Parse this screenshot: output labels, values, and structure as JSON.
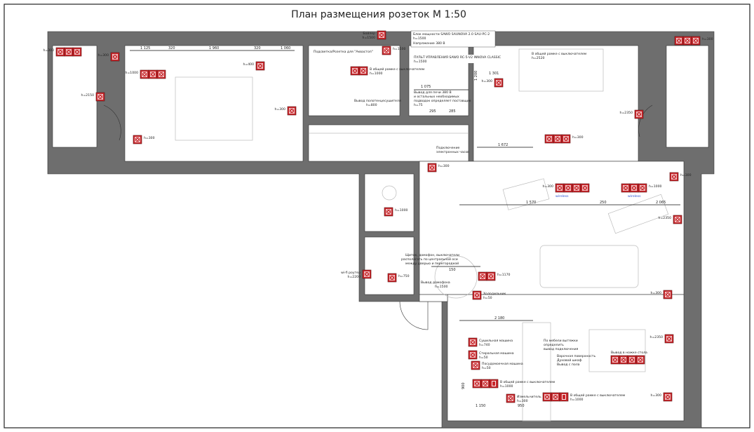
{
  "title": "План размещения розеток М 1:50",
  "colors": {
    "socket": "#c8262b",
    "wall": "#6e6e6e",
    "wireless_text": "#2a4fd0"
  },
  "sockets": [
    {
      "label": "h=300",
      "count": 3
    },
    {
      "label": "h=300",
      "count": 1
    },
    {
      "label": "h=1000",
      "count": 3
    },
    {
      "label": "h=2150",
      "count": 1
    },
    {
      "label": "h=300",
      "count": 1
    },
    {
      "label": "h=400",
      "count": 1
    },
    {
      "label": "h=300",
      "count": 1
    },
    {
      "label": "Бойлер h=1500",
      "count": 1
    },
    {
      "label": "h=1500",
      "count": 1
    },
    {
      "label": "В общей рамке с выключателем h=1000",
      "count": 2
    },
    {
      "label": "h=300",
      "count": 1
    },
    {
      "label": "h=2350",
      "count": 1
    },
    {
      "label": "h=300",
      "count": 3
    },
    {
      "label": "h=300",
      "count": 3
    },
    {
      "label": "h=300",
      "count": 1
    },
    {
      "label": "h=1000",
      "count": 1
    },
    {
      "label": "h=300",
      "count": 4
    },
    {
      "label": "h=1000",
      "count": 3
    },
    {
      "label": "h=300",
      "count": 1
    },
    {
      "label": "h=2350",
      "count": 1
    },
    {
      "label": "wi-fi роутер h=2200",
      "count": 1
    },
    {
      "label": "h=750",
      "count": 1
    },
    {
      "label": "h=1170",
      "count": 2
    },
    {
      "label": "Холодильник h=50",
      "count": 1
    },
    {
      "label": "h=300",
      "count": 1
    },
    {
      "label": "h=2350",
      "count": 1
    },
    {
      "label": "Сушильная машина h=740",
      "count": 1
    },
    {
      "label": "Стиральная машина h=50",
      "count": 1
    },
    {
      "label": "Посудомоечная машина h=50",
      "count": 1
    },
    {
      "label": "В общей рамке с выключателем h=1000",
      "count": 3
    },
    {
      "label": "Измельчитель h=300",
      "count": 1
    },
    {
      "label": "В общей рамке с выключателем h=1000",
      "count": 3
    },
    {
      "label": "Вывод в ножке стола",
      "count": 4
    },
    {
      "label": "h=300",
      "count": 1
    }
  ],
  "notes": {
    "sauna_power": "Блок мощности SAWO SAUNOVA 2.0 SAU-PC-2",
    "sauna_power_h": "h=1500",
    "sauna_voltage": "Напряжение 380 В",
    "aquastop": "Подсветка/Розетка для \"Аквастоп\"",
    "sauna_remote": "ПУЛЬТ УПРАВЛЕНИЯ SAWO RC-5-V2 INNOVA CLASSIC",
    "sauna_remote_h": "h=1500",
    "bedroom_switch": "В общей рамке с выключателем",
    "bedroom_switch_h": "h=2520",
    "towel_dryer": "Вывод полотенцесушителя",
    "towel_dryer_h": "h=800",
    "stove_1": "Вывод для печи 380 В",
    "stove_2": "и остальных необходимых",
    "stove_3": "подводок определяет поставщик",
    "stove_h": "h=75",
    "clock_1": "Подключение",
    "clock_2": "электронных часов",
    "panel_1": "Щиток, домофон, выключатели",
    "panel_2": "располагать по центральной оси",
    "panel_3": "между дверью и перегородкой",
    "intercom": "Вывод домофона",
    "intercom_h": "h=1500",
    "hood_1": "По мебели вытяжки",
    "hood_2": "определить",
    "hood_3": "вывод подключения",
    "hob_1": "Варочная поверхность",
    "hob_2": "Духовой шкаф",
    "hob_3": "Вывод с пола",
    "wireless": "wireless"
  },
  "dimensions": [
    "1 125",
    "320",
    "1 960",
    "320",
    "1 060",
    "1 301",
    "1 075",
    "295",
    "285",
    "1 672",
    "1 570",
    "250",
    "2 065",
    "2 180",
    "1 150",
    "950",
    "150",
    "1 200",
    "900"
  ]
}
